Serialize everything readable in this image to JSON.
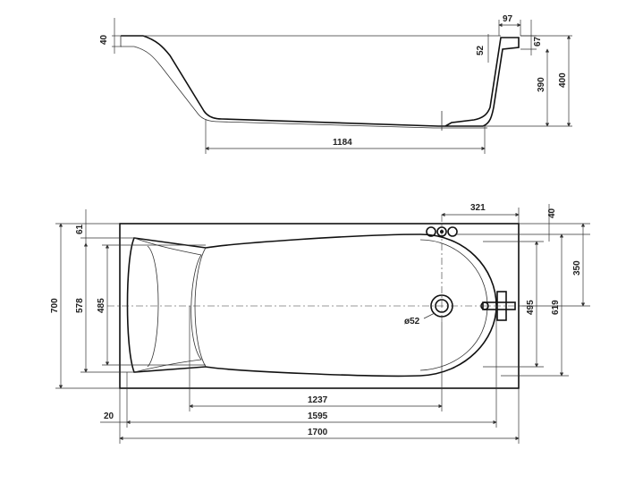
{
  "side_view": {
    "dims": {
      "rim_left": "40",
      "rim_right_width": "97",
      "rim_right_height": "67",
      "rim_inner": "52",
      "inner_depth": "390",
      "total_depth": "400",
      "bottom_length": "1184"
    }
  },
  "top_view": {
    "dims": {
      "overflow_offset": "321",
      "right_rim": "40",
      "top_rim": "61",
      "total_width": "700",
      "inner_width": "578",
      "backrest_width": "485",
      "drain_diameter": "ø52",
      "drain_zone_width": "495",
      "outer_width_right": "619",
      "drain_center": "350",
      "drain_to_backrest": "1237",
      "inner_length": "1595",
      "left_rim": "20",
      "total_length": "1700"
    }
  }
}
